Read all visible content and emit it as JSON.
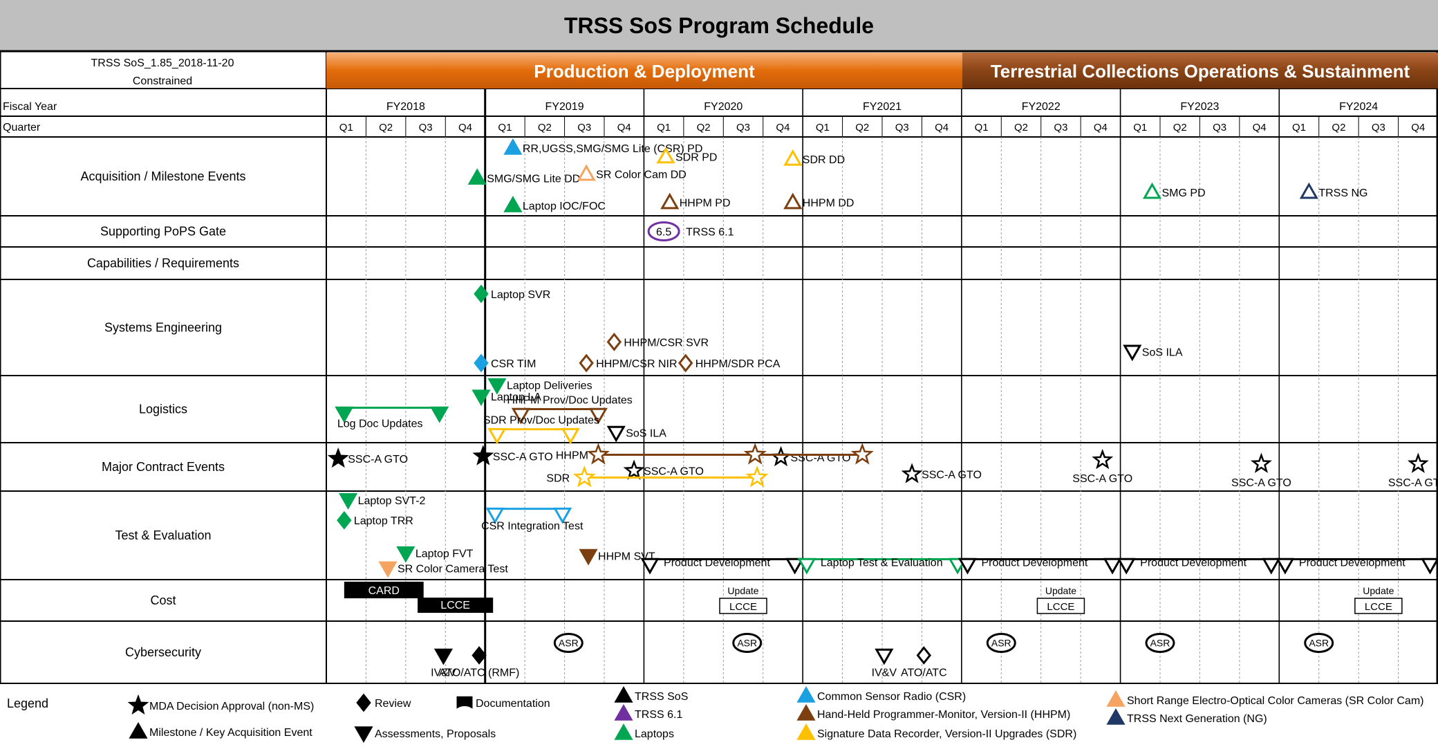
{
  "title": "TRSS SoS Program Schedule",
  "version_line1": "TRSS SoS_1.85_2018-11-20",
  "version_line2": "Constrained",
  "phases": [
    {
      "label": "Production & Deployment"
    },
    {
      "label": "Terrestrial Collections Operations & Sustainment"
    }
  ],
  "fiscal_year_label": "Fiscal Year",
  "quarter_label": "Quarter",
  "fiscal_years": [
    "FY2018",
    "FY2019",
    "FY2020",
    "FY2021",
    "FY2022",
    "FY2023",
    "FY2024"
  ],
  "quarters": [
    "Q1",
    "Q2",
    "Q3",
    "Q4"
  ],
  "rows": [
    {
      "label": "Acquisition / Milestone Events"
    },
    {
      "label": "Supporting PoPS Gate"
    },
    {
      "label": "Capabilities / Requirements"
    },
    {
      "label": "Systems Engineering"
    },
    {
      "label": "Logistics"
    },
    {
      "label": "Major Contract Events"
    },
    {
      "label": "Test & Evaluation"
    },
    {
      "label": "Cost"
    },
    {
      "label": "Cybersecurity"
    }
  ],
  "colors": {
    "sos": "#000000",
    "trss61": "#7030a0",
    "laptop": "#00a651",
    "csr": "#1ba1e2",
    "hhpm": "#7b3f10",
    "sdr": "#ffc000",
    "srcam": "#f4a460",
    "ng": "#1f3864",
    "phase1": "#e36c0a",
    "phase2": "#7f3a12"
  },
  "markers": [
    {
      "shape": "tri-up",
      "fill": true,
      "color": "csr",
      "q": 4.7,
      "row": 0,
      "ry": 0.14,
      "label": "RR,UGSS,SMG/SMG Lite (CSR) PD"
    },
    {
      "shape": "tri-up",
      "fill": true,
      "color": "laptop",
      "q": 3.8,
      "row": 0,
      "ry": 0.52,
      "label": "SMG/SMG Lite DD"
    },
    {
      "shape": "tri-up",
      "fill": false,
      "color": "srcam",
      "q": 6.55,
      "row": 0,
      "ry": 0.47,
      "label": "SR Color Cam DD"
    },
    {
      "shape": "tri-up",
      "fill": true,
      "color": "laptop",
      "q": 4.7,
      "row": 0,
      "ry": 0.87,
      "label": "Laptop IOC/FOC"
    },
    {
      "shape": "tri-up",
      "fill": false,
      "color": "sdr",
      "q": 8.55,
      "row": 0,
      "ry": 0.25,
      "label": "SDR PD"
    },
    {
      "shape": "tri-up",
      "fill": false,
      "color": "hhpm",
      "q": 8.65,
      "row": 0,
      "ry": 0.83,
      "label": "HHPM PD"
    },
    {
      "shape": "tri-up",
      "fill": false,
      "color": "sdr",
      "q": 11.75,
      "row": 0,
      "ry": 0.28,
      "label": "SDR DD"
    },
    {
      "shape": "tri-up",
      "fill": false,
      "color": "hhpm",
      "q": 11.75,
      "row": 0,
      "ry": 0.83,
      "label": "HHPM DD"
    },
    {
      "shape": "tri-up",
      "fill": false,
      "color": "laptop",
      "q": 20.8,
      "row": 0,
      "ry": 0.7,
      "label": "SMG PD"
    },
    {
      "shape": "tri-up",
      "fill": false,
      "color": "ng",
      "q": 24.75,
      "row": 0,
      "ry": 0.7,
      "label": "TRSS NG"
    },
    {
      "shape": "tri-up",
      "fill": false,
      "color": "ng",
      "q": 28.75,
      "row": 0,
      "ry": 0.68,
      "label": "TRSS NG"
    },
    {
      "shape": "diamond",
      "fill": true,
      "color": "laptop",
      "q": 3.9,
      "row": 3,
      "ry": 0.15,
      "label": "Laptop SVR"
    },
    {
      "shape": "diamond",
      "fill": true,
      "color": "csr",
      "q": 3.9,
      "row": 3,
      "ry": 0.87,
      "label": "CSR TIM"
    },
    {
      "shape": "diamond",
      "fill": false,
      "color": "hhpm",
      "q": 6.55,
      "row": 3,
      "ry": 0.87,
      "label": "HHPM/CSR NIR"
    },
    {
      "shape": "diamond",
      "fill": false,
      "color": "hhpm",
      "q": 7.25,
      "row": 3,
      "ry": 0.65,
      "label": "HHPM/CSR SVR"
    },
    {
      "shape": "diamond",
      "fill": false,
      "color": "hhpm",
      "q": 9.05,
      "row": 3,
      "ry": 0.87,
      "label": "HHPM/SDR PCA"
    },
    {
      "shape": "tri-down",
      "fill": false,
      "color": "sos",
      "q": 20.3,
      "row": 3,
      "ry": 0.75,
      "label": "SoS ILA"
    },
    {
      "shape": "tri-down",
      "fill": true,
      "color": "laptop",
      "q": 4.3,
      "row": 4,
      "ry": 0.14,
      "label": "Laptop Deliveries"
    },
    {
      "shape": "tri-down",
      "fill": true,
      "color": "laptop",
      "q": 3.9,
      "row": 4,
      "ry": 0.31,
      "label": "Laptop LA"
    },
    {
      "shape": "tri-down",
      "fill": false,
      "color": "sos",
      "q": 7.3,
      "row": 4,
      "ry": 0.85,
      "label": "SoS ILA"
    },
    {
      "shape": "star",
      "fill": true,
      "color": "sos",
      "q": 0.3,
      "row": 5,
      "ry": 0.33,
      "label": "SSC-A GTO"
    },
    {
      "shape": "star",
      "fill": true,
      "color": "sos",
      "q": 3.95,
      "row": 5,
      "ry": 0.28,
      "label": "SSC-A GTO"
    },
    {
      "shape": "star",
      "fill": false,
      "color": "sos",
      "q": 7.75,
      "row": 5,
      "ry": 0.58,
      "label": "SSC-A GTO"
    },
    {
      "shape": "star",
      "fill": false,
      "color": "sos",
      "q": 11.45,
      "row": 5,
      "ry": 0.3,
      "label": "SSC-A GTO"
    },
    {
      "shape": "star",
      "fill": false,
      "color": "sos",
      "q": 14.75,
      "row": 5,
      "ry": 0.65,
      "label": "SSC-A GTO"
    },
    {
      "shape": "star",
      "fill": false,
      "color": "sos",
      "q": 19.55,
      "row": 5,
      "ry": 0.36,
      "label": "SSC-A GTO"
    },
    {
      "shape": "star",
      "fill": false,
      "color": "sos",
      "q": 23.55,
      "row": 5,
      "ry": 0.44,
      "label": "SSC-A GTO"
    },
    {
      "shape": "star",
      "fill": false,
      "color": "sos",
      "q": 27.5,
      "row": 5,
      "ry": 0.44,
      "label": "SSC-A GTO"
    },
    {
      "shape": "tri-down",
      "fill": true,
      "color": "laptop",
      "q": 0.55,
      "row": 6,
      "ry": 0.1,
      "label": "Laptop SVT-2"
    },
    {
      "shape": "diamond",
      "fill": true,
      "color": "laptop",
      "q": 0.45,
      "row": 6,
      "ry": 0.33,
      "label": "Laptop TRR"
    },
    {
      "shape": "tri-down",
      "fill": true,
      "color": "laptop",
      "q": 2.0,
      "row": 6,
      "ry": 0.7,
      "label": "Laptop FVT"
    },
    {
      "shape": "tri-down",
      "fill": true,
      "color": "srcam",
      "q": 1.55,
      "row": 6,
      "ry": 0.87,
      "label": "SR Color Camera Test"
    },
    {
      "shape": "tri-down",
      "fill": true,
      "color": "hhpm",
      "q": 6.6,
      "row": 6,
      "ry": 0.73,
      "label": "HHPM SVT"
    },
    {
      "shape": "tri-down",
      "fill": true,
      "color": "sos",
      "q": 2.95,
      "row": 8,
      "ry": 0.55,
      "label": "IV&V"
    },
    {
      "shape": "diamond",
      "fill": true,
      "color": "sos",
      "q": 3.85,
      "row": 8,
      "ry": 0.55,
      "label": "ATO/ATC (RMF)"
    },
    {
      "shape": "tri-down",
      "fill": false,
      "color": "sos",
      "q": 14.05,
      "row": 8,
      "ry": 0.55,
      "label": "IV&V"
    },
    {
      "shape": "diamond",
      "fill": false,
      "color": "sos",
      "q": 15.05,
      "row": 8,
      "ry": 0.55,
      "label": "ATO/ATC"
    }
  ],
  "bars": [
    {
      "color": "laptop",
      "row": 4,
      "ry": 0.5,
      "q1": 0.45,
      "q2": 2.85,
      "label": "Log Doc Updates"
    },
    {
      "color": "hhpm",
      "row": 4,
      "ry": 0.52,
      "q1": 4.9,
      "q2": 6.85,
      "label": "HHPM Prov/Doc Updates"
    },
    {
      "color": "sdr",
      "row": 4,
      "ry": 0.8,
      "q1": 4.3,
      "q2": 6.15,
      "label": "SDR Prov/Doc Updates"
    },
    {
      "color": "csr",
      "row": 6,
      "ry": 0.2,
      "q1": 0.25,
      "q2": 1.95,
      "label": "CSR Integration Test"
    },
    {
      "color": "sos",
      "row": 6,
      "ry": 0.75,
      "q1": 0.3,
      "q2": 3.75,
      "label": "Product Development"
    },
    {
      "color": "laptop",
      "row": 6,
      "ry": 0.75,
      "q1": 4.1,
      "q2": 7.85,
      "label": "Laptop Test & Evaluation"
    },
    {
      "color": "sos",
      "row": 6,
      "ry": 0.75,
      "q1": 0.1,
      "q2": 3.7,
      "label": "Product Development"
    },
    {
      "color": "sos",
      "row": 6,
      "ry": 0.73,
      "q1": 0.1,
      "q2": 3.7,
      "label": "Product Development"
    },
    {
      "color": "sos",
      "row": 6,
      "ry": 0.75,
      "q1": 0.1,
      "q2": 3.7,
      "label": "Product Development"
    }
  ],
  "contracts": [
    {
      "color": "hhpm",
      "label": "HHPM",
      "q1": 6.85,
      "q2": 13.5
    },
    {
      "color": "sdr",
      "label": "SDR",
      "q1": 6.5,
      "q2": 10.85
    }
  ],
  "gate": {
    "badge": "6.5",
    "label": "TRSS 6.1"
  },
  "cost": {
    "card": "CARD",
    "lcce": "LCCE",
    "update": "Update",
    "update_box": "LCCE"
  },
  "cyber": {
    "asr": "ASR"
  },
  "legend": {
    "title": "Legend",
    "items": [
      {
        "shape": "star",
        "color": "sos",
        "label": "MDA Decision Approval (non-MS)"
      },
      {
        "shape": "tri-up",
        "color": "sos",
        "label": "Milestone / Key Acquisition Event"
      },
      {
        "shape": "diamond",
        "color": "sos",
        "label": "Review"
      },
      {
        "shape": "tri-down",
        "color": "sos",
        "label": "Assessments, Proposals"
      },
      {
        "shape": "doc",
        "color": "sos",
        "label": "Documentation"
      },
      {
        "shape": "tri-up",
        "color": "sos",
        "label": "TRSS SoS"
      },
      {
        "shape": "tri-up",
        "color": "trss61",
        "label": "TRSS 6.1"
      },
      {
        "shape": "tri-up",
        "color": "laptop",
        "label": "Laptops"
      },
      {
        "shape": "tri-up",
        "color": "csr",
        "label": "Common Sensor Radio (CSR)"
      },
      {
        "shape": "tri-up",
        "color": "hhpm",
        "label": "Hand-Held Programmer-Monitor, Version-II (HHPM)"
      },
      {
        "shape": "tri-up",
        "color": "sdr",
        "label": "Signature Data Recorder, Version-II Upgrades (SDR)"
      },
      {
        "shape": "tri-up",
        "color": "srcam",
        "label": "Short Range Electro-Optical Color Cameras (SR Color Cam)"
      },
      {
        "shape": "tri-up",
        "color": "ng",
        "label": "TRSS Next Generation (NG)"
      }
    ]
  }
}
